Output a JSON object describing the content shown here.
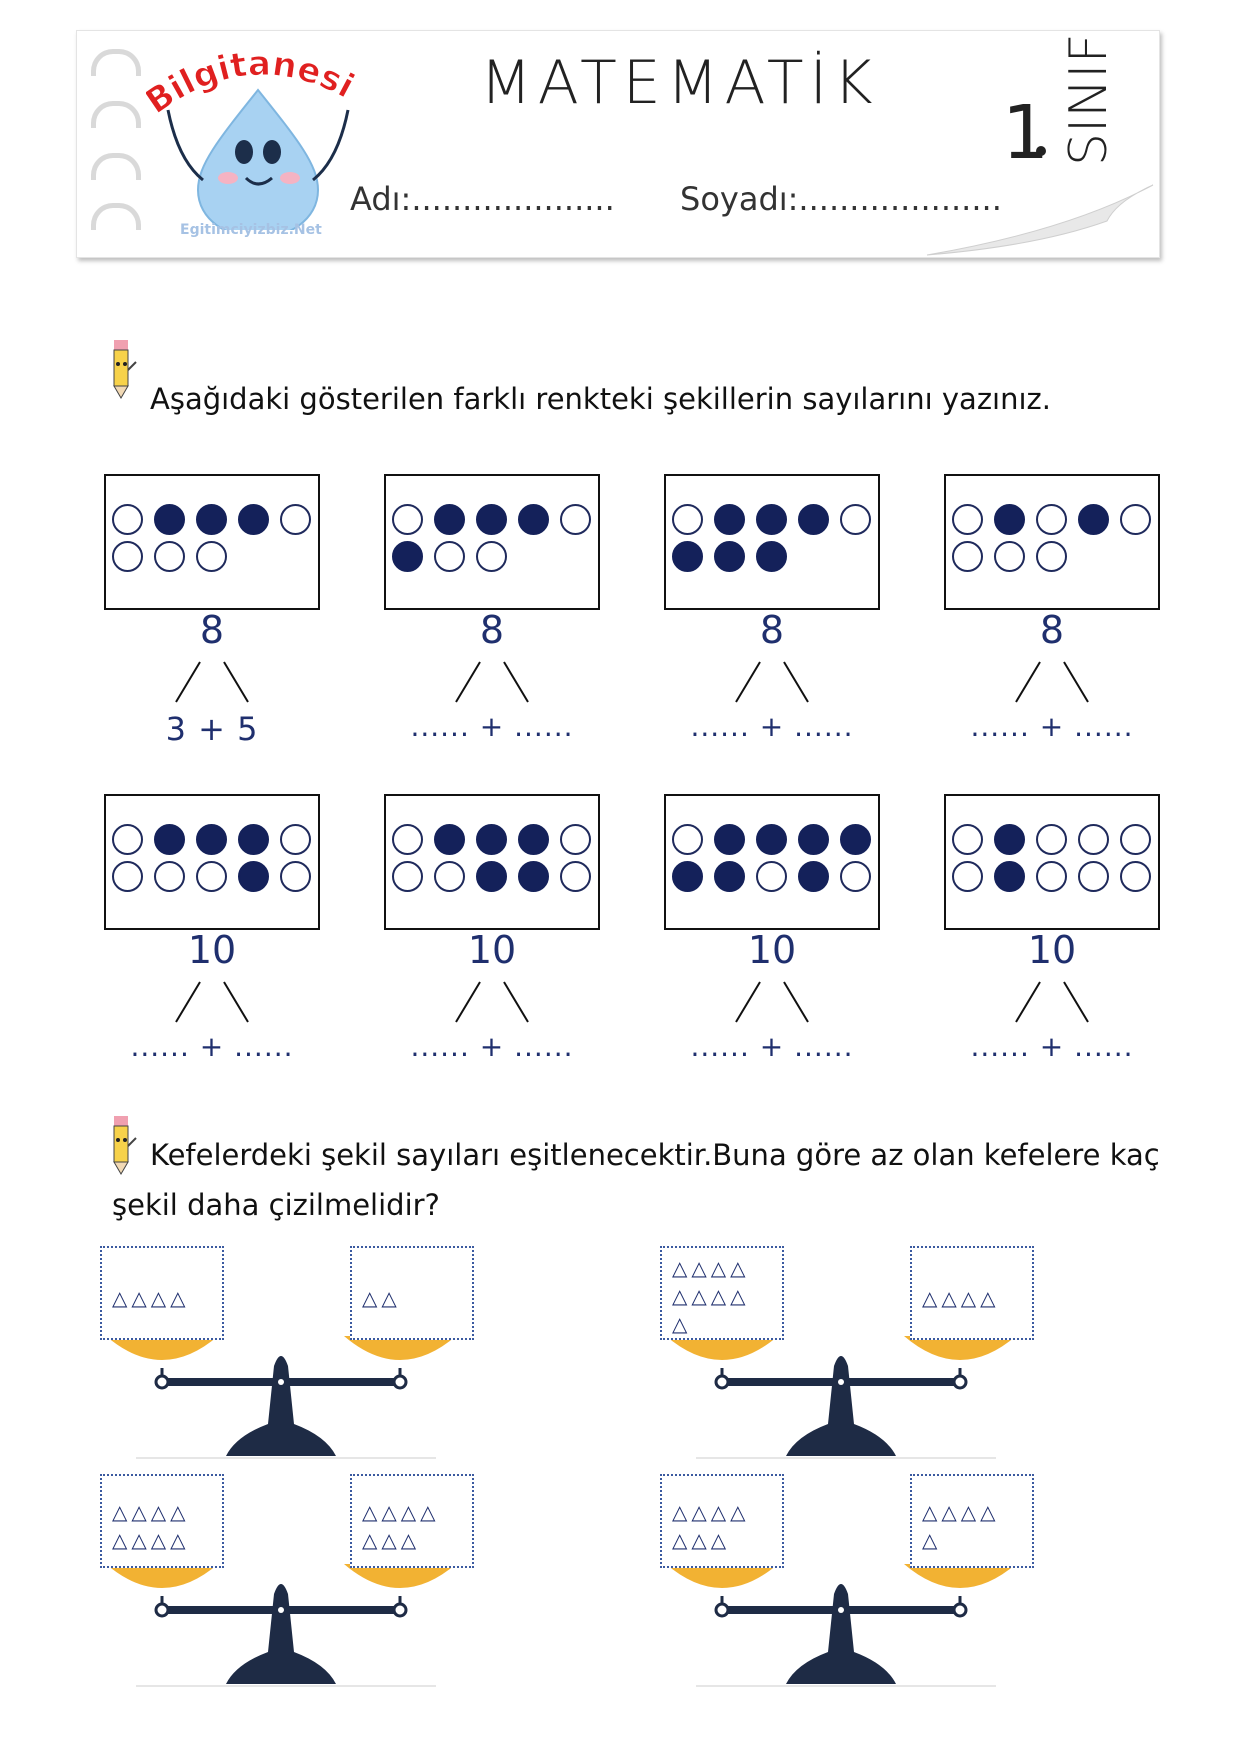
{
  "header": {
    "logo_name": "Bilgitanesi",
    "logo_site": "Egitimciyizbiz.Net",
    "title": "MATEMATİK",
    "grade_number": "1",
    "grade_word": "SINIF",
    "name_label": "Adı:....................",
    "surname_label": "Soyadı:...................."
  },
  "section1": {
    "instruction": "Aşağıdaki gösterilen farklı renkteki şekillerin sayılarını yazınız.",
    "row1": [
      {
        "total": "8",
        "answer": "3  +  5",
        "dots": [
          0,
          1,
          1,
          1,
          0,
          0,
          0,
          0
        ]
      },
      {
        "total": "8",
        "answer": "...... + ......",
        "dots": [
          0,
          1,
          1,
          1,
          0,
          1,
          0,
          0
        ]
      },
      {
        "total": "8",
        "answer": "...... + ......",
        "dots": [
          0,
          1,
          1,
          1,
          0,
          1,
          1,
          1
        ]
      },
      {
        "total": "8",
        "answer": "...... + ......",
        "dots": [
          0,
          1,
          0,
          1,
          0,
          0,
          0,
          0
        ]
      }
    ],
    "row2": [
      {
        "total": "10",
        "answer": "...... + ......",
        "dots": [
          0,
          1,
          1,
          1,
          0,
          0,
          0,
          0,
          1,
          0
        ]
      },
      {
        "total": "10",
        "answer": "...... + ......",
        "dots": [
          0,
          1,
          1,
          1,
          0,
          0,
          0,
          1,
          1,
          0
        ]
      },
      {
        "total": "10",
        "answer": "...... + ......",
        "dots": [
          0,
          1,
          1,
          1,
          1,
          1,
          1,
          0,
          1,
          0
        ]
      },
      {
        "total": "10",
        "answer": "...... + ......",
        "dots": [
          0,
          1,
          0,
          0,
          0,
          0,
          1,
          0,
          0,
          0
        ]
      }
    ]
  },
  "section2": {
    "instruction_line1": "Kefelerdeki şekil sayıları eşitlenecektir.Buna göre az olan kefelere kaç",
    "instruction_line2": "şekil daha çizilmelidir?",
    "balances": [
      {
        "left": [
          "△△△△"
        ],
        "right": [
          "△△"
        ]
      },
      {
        "left": [
          "△△△△",
          "△△△△",
          "△"
        ],
        "right": [
          "△△△△"
        ]
      },
      {
        "left": [
          "△△△△",
          "△△△△"
        ],
        "right": [
          "△△△△",
          "△△△"
        ]
      },
      {
        "left": [
          "△△△△",
          "△△△"
        ],
        "right": [
          "△△△△",
          "△"
        ]
      }
    ]
  },
  "colors": {
    "filled_dot": "#14215a",
    "number_blue": "#1f2f6e",
    "pan_gold": "#f2b233",
    "scale_navy": "#1e2b45"
  }
}
